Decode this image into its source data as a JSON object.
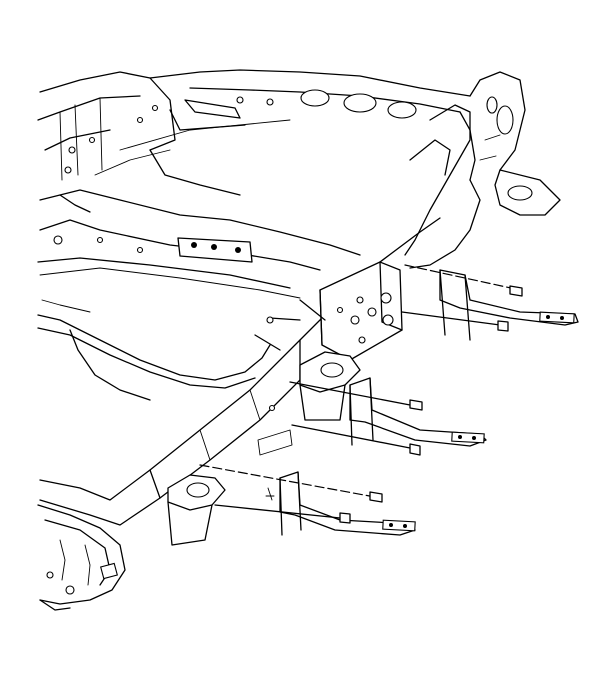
{
  "diagram": {
    "description_visible_text": "",
    "parts": [
      {
        "id": "frame-assembly",
        "icon": "vehicle-frame-icon"
      },
      {
        "id": "rear-crossmember",
        "icon": "crossmember-icon"
      },
      {
        "id": "hitch-bracket-upper",
        "icon": "bracket-icon"
      },
      {
        "id": "hitch-bracket-middle",
        "icon": "bracket-icon"
      },
      {
        "id": "hitch-bracket-lower",
        "icon": "bracket-icon"
      },
      {
        "id": "bolts",
        "icon": "bolt-icon"
      },
      {
        "id": "nuts",
        "icon": "nut-icon"
      }
    ],
    "line_color": "#000000",
    "background_color": "#ffffff"
  }
}
